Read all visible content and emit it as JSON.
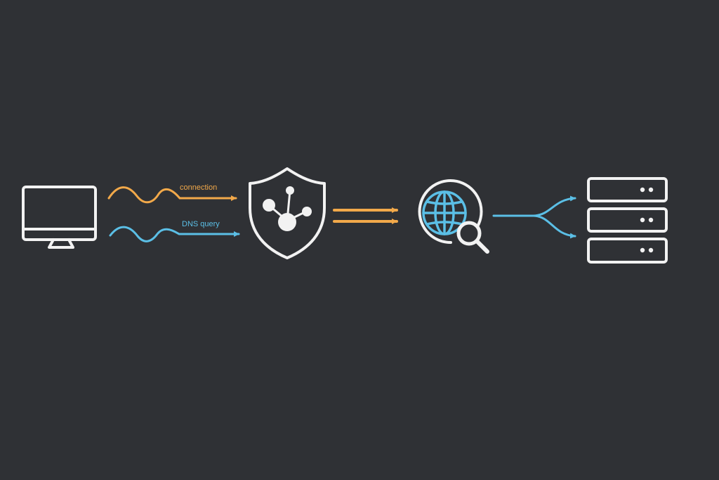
{
  "diagram": {
    "colors": {
      "background": "#2f3135",
      "outline": "#f2f2f2",
      "connection": "#f2a94a",
      "dns": "#5bbfe6"
    },
    "nodes": [
      {
        "id": "client",
        "icon": "desktop-monitor-icon"
      },
      {
        "id": "secure-dns-proxy",
        "icon": "shield-network-icon"
      },
      {
        "id": "dns-resolver",
        "icon": "globe-search-icon"
      },
      {
        "id": "servers",
        "icon": "server-rack-icon"
      }
    ],
    "edges": [
      {
        "from": "client",
        "to": "secure-dns-proxy",
        "style": "wavy",
        "color": "connection",
        "label": "connection"
      },
      {
        "from": "client",
        "to": "secure-dns-proxy",
        "style": "wavy",
        "color": "dns",
        "label": "DNS query"
      },
      {
        "from": "secure-dns-proxy",
        "to": "dns-resolver",
        "style": "double-arrow",
        "color": "connection"
      },
      {
        "from": "dns-resolver",
        "to": "servers",
        "style": "fork",
        "color": "dns"
      }
    ],
    "labels": {
      "connection": "connection",
      "dns_query": "DNS query"
    }
  }
}
